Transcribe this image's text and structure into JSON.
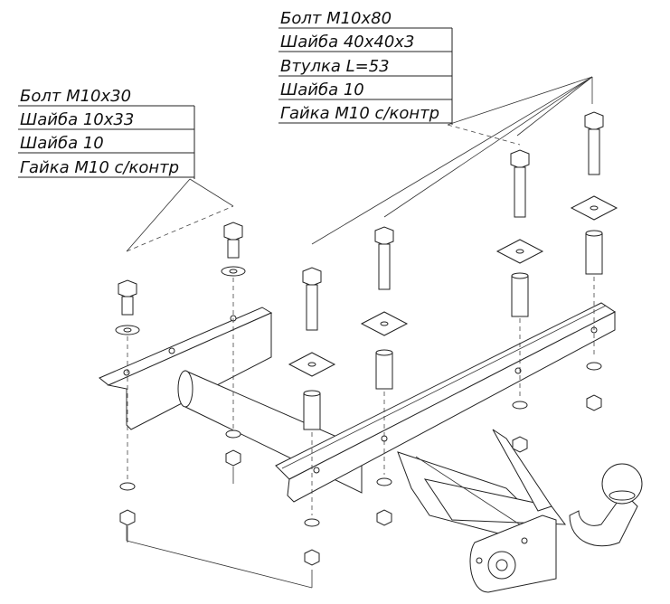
{
  "callouts": {
    "left": {
      "items": [
        "Болт М10х30",
        "Шайба 10х33",
        "Шайба 10",
        "Гайка М10 с/контр"
      ]
    },
    "top": {
      "items": [
        "Болт М10х80",
        "Шайба 40х40х3",
        "Втулка L=53",
        "Шайба 10",
        "Гайка М10 с/контр"
      ]
    }
  }
}
